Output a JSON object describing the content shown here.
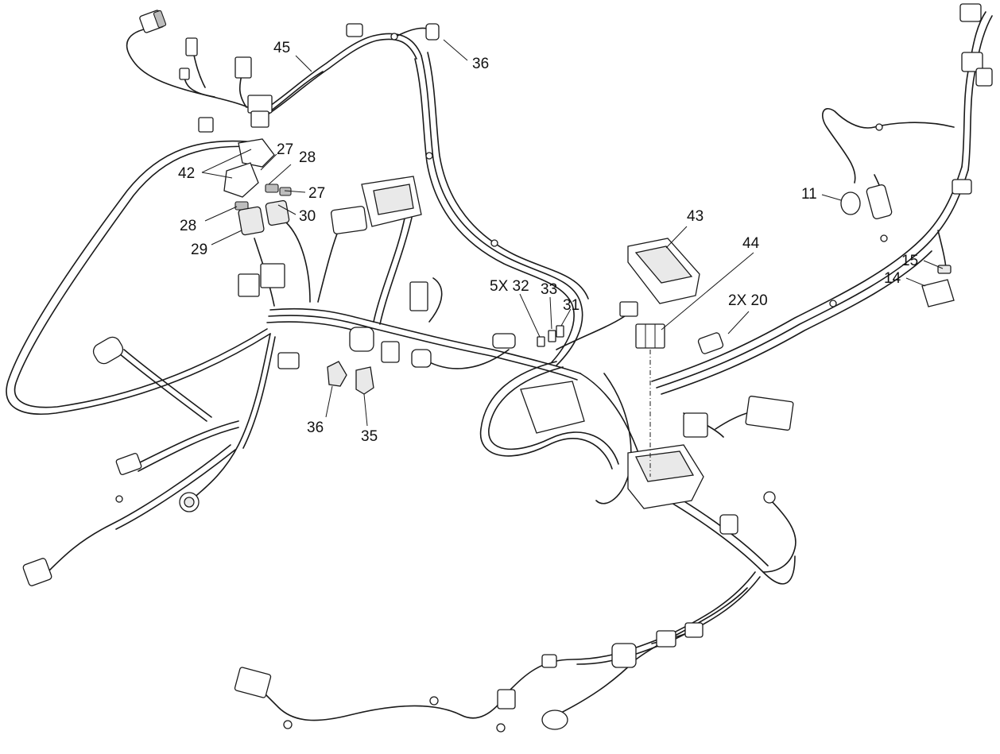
{
  "diagram": {
    "callouts": [
      {
        "id": "c45",
        "label": "45"
      },
      {
        "id": "c36a",
        "label": "36"
      },
      {
        "id": "c42",
        "label": "42"
      },
      {
        "id": "c27a",
        "label": "27"
      },
      {
        "id": "c28a",
        "label": "28"
      },
      {
        "id": "c27b",
        "label": "27"
      },
      {
        "id": "c28b",
        "label": "28"
      },
      {
        "id": "c30",
        "label": "30"
      },
      {
        "id": "c29",
        "label": "29"
      },
      {
        "id": "c11",
        "label": "11"
      },
      {
        "id": "c43",
        "label": "43"
      },
      {
        "id": "c44",
        "label": "44"
      },
      {
        "id": "c15",
        "label": "15"
      },
      {
        "id": "c14",
        "label": "14"
      },
      {
        "id": "c5x32",
        "label": "5X 32"
      },
      {
        "id": "c33",
        "label": "33"
      },
      {
        "id": "c31",
        "label": "31"
      },
      {
        "id": "c2x20",
        "label": "2X 20"
      },
      {
        "id": "c36b",
        "label": "36"
      },
      {
        "id": "c35",
        "label": "35"
      }
    ]
  }
}
